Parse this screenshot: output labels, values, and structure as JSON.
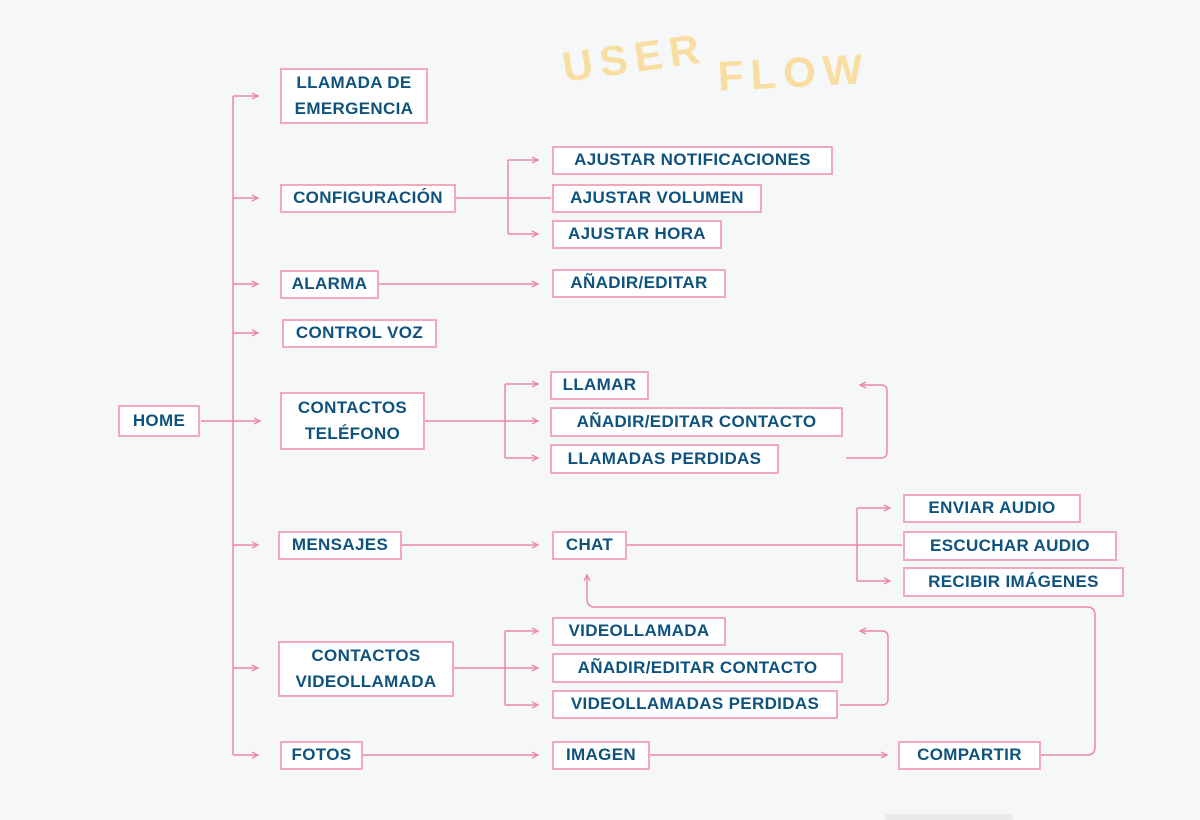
{
  "title": {
    "text": "USER FLOW",
    "words": [
      "USER",
      "FLOW"
    ],
    "color": "#f8dfa1"
  },
  "colors": {
    "background": "#f6f7f8",
    "node_fill": "#ffffff",
    "node_border": "#f3a9bd",
    "node_text": "#0e537e",
    "connector": "#ec87a5",
    "title_text": "#f8dfa1"
  },
  "nodes": {
    "home": {
      "label": "HOME"
    },
    "llamada_de_emergencia": {
      "label": "LLAMADA DE EMERGENCIA"
    },
    "configuracion": {
      "label": "CONFIGURACIÓN"
    },
    "ajustar_notificaciones": {
      "label": "AJUSTAR NOTIFICACIONES"
    },
    "ajustar_volumen": {
      "label": "AJUSTAR VOLUMEN"
    },
    "ajustar_hora": {
      "label": "AJUSTAR HORA"
    },
    "alarma": {
      "label": "ALARMA"
    },
    "anadir_editar": {
      "label": "AÑADIR/EDITAR"
    },
    "control_voz": {
      "label": "CONTROL VOZ"
    },
    "contactos_telefono": {
      "label": "CONTACTOS TELÉFONO"
    },
    "llamar": {
      "label": "LLAMAR"
    },
    "anadir_editar_contacto_tel": {
      "label": "AÑADIR/EDITAR CONTACTO"
    },
    "llamadas_perdidas": {
      "label": "LLAMADAS PERDIDAS"
    },
    "mensajes": {
      "label": "MENSAJES"
    },
    "chat": {
      "label": "CHAT"
    },
    "enviar_audio": {
      "label": "ENVIAR AUDIO"
    },
    "escuchar_audio": {
      "label": "ESCUCHAR AUDIO"
    },
    "recibir_imagenes": {
      "label": "RECIBIR IMÁGENES"
    },
    "contactos_videollamada": {
      "label": "CONTACTOS VIDEOLLAMADA"
    },
    "videollamada": {
      "label": "VIDEOLLAMADA"
    },
    "anadir_editar_contacto_video": {
      "label": "AÑADIR/EDITAR CONTACTO"
    },
    "videollamadas_perdidas": {
      "label": "VIDEOLLAMADAS PERDIDAS"
    },
    "fotos": {
      "label": "FOTOS"
    },
    "imagen": {
      "label": "IMAGEN"
    },
    "compartir": {
      "label": "COMPARTIR"
    }
  },
  "edges": [
    {
      "from": "home",
      "to": "llamada_de_emergencia"
    },
    {
      "from": "home",
      "to": "configuracion"
    },
    {
      "from": "home",
      "to": "alarma"
    },
    {
      "from": "home",
      "to": "control_voz"
    },
    {
      "from": "home",
      "to": "contactos_telefono"
    },
    {
      "from": "home",
      "to": "mensajes"
    },
    {
      "from": "home",
      "to": "contactos_videollamada"
    },
    {
      "from": "home",
      "to": "fotos"
    },
    {
      "from": "configuracion",
      "to": "ajustar_notificaciones"
    },
    {
      "from": "configuracion",
      "to": "ajustar_volumen"
    },
    {
      "from": "configuracion",
      "to": "ajustar_hora"
    },
    {
      "from": "alarma",
      "to": "anadir_editar"
    },
    {
      "from": "contactos_telefono",
      "to": "llamar"
    },
    {
      "from": "contactos_telefono",
      "to": "anadir_editar_contacto_tel"
    },
    {
      "from": "contactos_telefono",
      "to": "llamadas_perdidas"
    },
    {
      "from": "llamadas_perdidas",
      "to": "llamar",
      "type": "loop"
    },
    {
      "from": "mensajes",
      "to": "chat"
    },
    {
      "from": "chat",
      "to": "enviar_audio"
    },
    {
      "from": "chat",
      "to": "escuchar_audio"
    },
    {
      "from": "chat",
      "to": "recibir_imagenes"
    },
    {
      "from": "contactos_videollamada",
      "to": "videollamada"
    },
    {
      "from": "contactos_videollamada",
      "to": "anadir_editar_contacto_video"
    },
    {
      "from": "contactos_videollamada",
      "to": "videollamadas_perdidas"
    },
    {
      "from": "videollamadas_perdidas",
      "to": "videollamada",
      "type": "loop"
    },
    {
      "from": "fotos",
      "to": "imagen"
    },
    {
      "from": "imagen",
      "to": "compartir"
    },
    {
      "from": "compartir",
      "to": "chat",
      "type": "loop"
    }
  ]
}
